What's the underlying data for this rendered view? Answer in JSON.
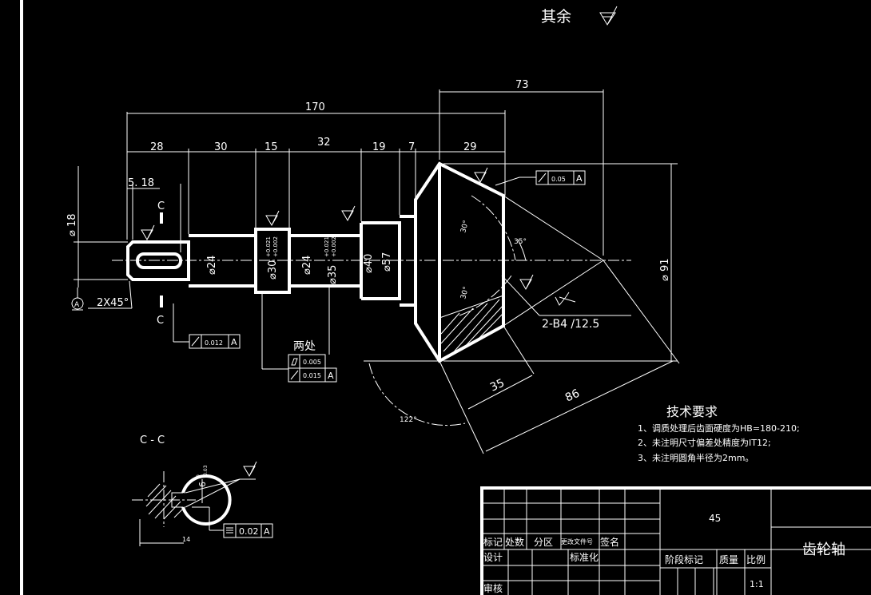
{
  "surface_finish_note": {
    "label": "其余"
  },
  "dimensions": {
    "total_length": "170",
    "cone_length": "73",
    "seg_1": "28",
    "seg_2": "30",
    "seg_3": "15",
    "seg_4": "32",
    "seg_5": "19",
    "seg_6": "7",
    "seg_7": "29",
    "keyway": "5. 18",
    "dia_18": "⌀ 18",
    "dia_24a": "⌀24",
    "dia_30": "⌀30",
    "dia_24b": "⌀24",
    "dia_35": "⌀35",
    "dia_40": "⌀40",
    "dia_57": "⌀57",
    "dia_91": "⌀ 91",
    "chamfer": "2X45°",
    "slant_35": "35",
    "slant_86": "86",
    "angle_30a": "30°",
    "angle_30b": "30°",
    "angle_35": "35°",
    "angle_122": "122°",
    "tooth_chamfer": "2-B4 /12.5",
    "tol_30_upper": "+0.021",
    "tol_30_lower": "+0.002",
    "tol_35_upper": "+0.021",
    "tol_35_lower": "+0.002",
    "tol_6_upper": "0",
    "tol_6_lower": "-0.03",
    "dim_6": "6",
    "dim_14": "14"
  },
  "tolerance_frames": {
    "runout_012": {
      "value": "0.012",
      "datum": "A"
    },
    "runout_005": {
      "value": "0.05",
      "datum": "A"
    },
    "cylindricity": {
      "value": "0.005"
    },
    "runout_015": {
      "value": "0.015",
      "datum": "A"
    },
    "symmetry": {
      "value": "0.02",
      "datum": "A"
    },
    "two_places_label": "两处"
  },
  "section_labels": {
    "cut_top": "C",
    "cut_bottom": "C",
    "section_title": "C - C",
    "datum": "A"
  },
  "tech_requirements": {
    "title": "技术要求",
    "items": [
      "1、调质处理后齿面硬度为HB=180-210;",
      "2、未注明尺寸偏差处精度为IT12;",
      "3、未注明圆角半径为2mm。"
    ]
  },
  "title_block": {
    "material": "45",
    "part_name": "齿轮轴",
    "mark": "标记",
    "count": "处数",
    "zone": "分区",
    "change_doc": "更改文件号",
    "signature": "签名",
    "design": "设计",
    "standardize": "标准化",
    "review": "审核",
    "stage_mark": "阶段标记",
    "weight": "质量",
    "scale_label": "比例",
    "scale_value": "1:1"
  }
}
